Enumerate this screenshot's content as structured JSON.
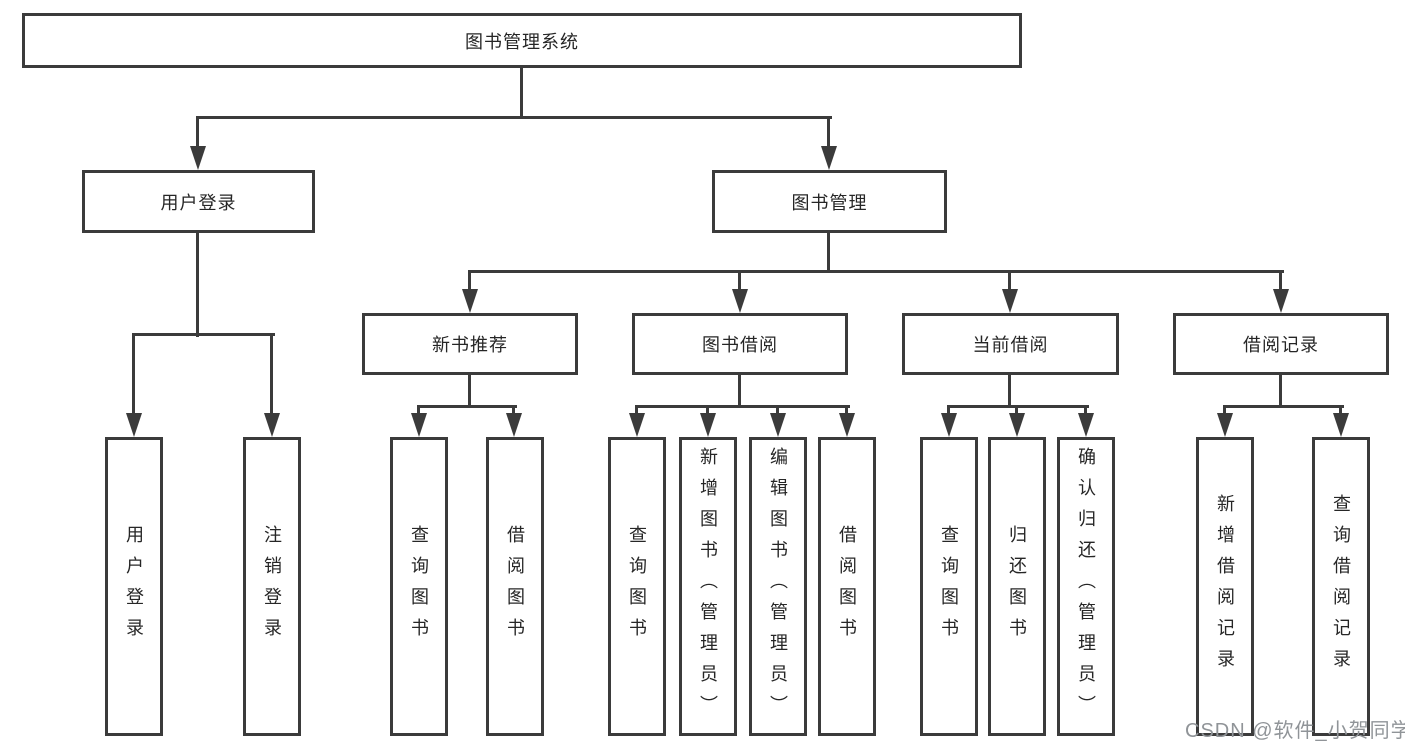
{
  "diagram": {
    "root": {
      "label": "图书管理系统"
    },
    "branches": [
      {
        "label": "用户登录",
        "children": [
          {
            "label": "用户登录"
          },
          {
            "label": "注销登录"
          }
        ]
      },
      {
        "label": "图书管理",
        "children": [
          {
            "label": "新书推荐",
            "children": [
              {
                "label": "查询图书"
              },
              {
                "label": "借阅图书"
              }
            ]
          },
          {
            "label": "图书借阅",
            "children": [
              {
                "label": "查询图书"
              },
              {
                "label": "新增图书（管理员）"
              },
              {
                "label": "编辑图书（管理员）"
              },
              {
                "label": "借阅图书"
              }
            ]
          },
          {
            "label": "当前借阅",
            "children": [
              {
                "label": "查询图书"
              },
              {
                "label": "归还图书"
              },
              {
                "label": "确认归还（管理员）"
              }
            ]
          },
          {
            "label": "借阅记录",
            "children": [
              {
                "label": "新增借阅记录"
              },
              {
                "label": "查询借阅记录"
              }
            ]
          }
        ]
      }
    ]
  },
  "watermark": {
    "text": "CSDN @软件_小贺同学"
  },
  "colors": {
    "line": "#3b3b3b",
    "text": "#262626",
    "watermark": "#909498",
    "background": "#ffffff"
  }
}
